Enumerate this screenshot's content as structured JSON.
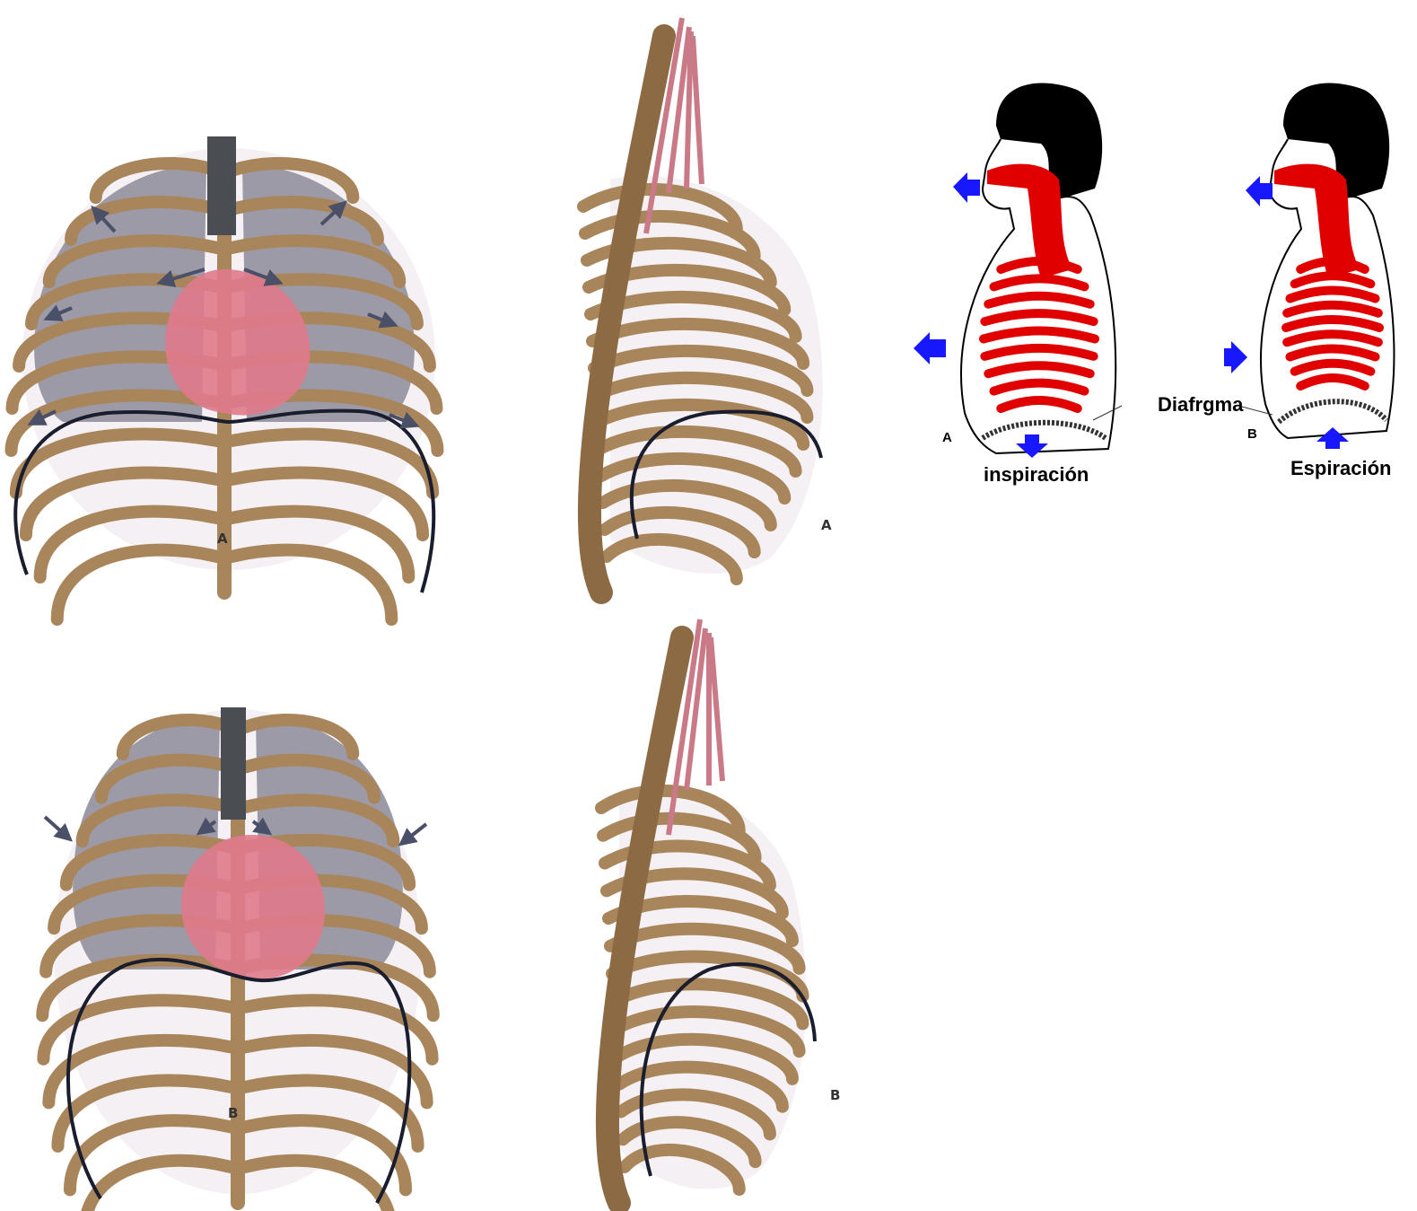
{
  "panels": {
    "front_inspiration": {
      "label": "A"
    },
    "side_inspiration": {
      "label": "A"
    },
    "front_expiration": {
      "label": "B"
    },
    "side_expiration": {
      "label": "B"
    }
  },
  "figures": {
    "inspiration": {
      "letter": "A",
      "caption": "inspiración"
    },
    "expiration": {
      "letter": "B",
      "caption": "Espiración"
    },
    "diaphragm_label": "Diafrgma"
  },
  "colors": {
    "rib": "#a8855a",
    "rib_dark": "#8c6a44",
    "lung": "#9c9aa6",
    "heart": "#e07a8c",
    "diaphragm_line": "#1a1d2e",
    "arrow_blue": "#1818ff",
    "lung_red": "#e00000"
  },
  "icons": [
    "head-icon",
    "blue-arrow-icon"
  ]
}
